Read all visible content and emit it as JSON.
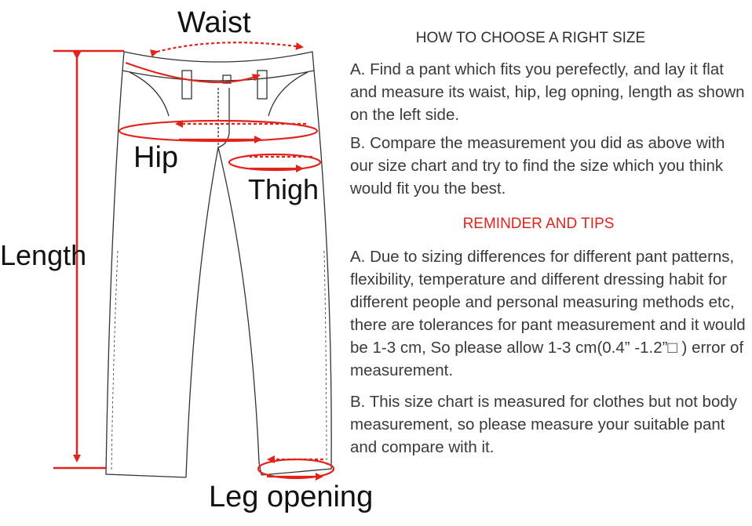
{
  "labels": {
    "waist": "Waist",
    "hip": "Hip",
    "thigh": "Thigh",
    "length": "Length",
    "leg_opening": "Leg opening"
  },
  "guide": {
    "heading": "HOW TO CHOOSE A RIGHT SIZE",
    "step_a": "A. Find a pant which fits you perefectly, and lay it flat and measure its waist, hip, leg opning, length as shown on the left side.",
    "step_b": "B. Compare the measurement you did as above with our  size chart and try to find the size which you think would fit you the best."
  },
  "tips": {
    "heading": "REMINDER AND TIPS",
    "tip_a": "A. Due to sizing differences for different pant patterns, flexibility, temperature and different dressing habit for different people and personal measuring methods etc, there are tolerances for pant measurement and it would be 1-3 cm, So please allow 1-3 cm(0.4” -1.2”□ ) error of measurement.",
    "tip_b": "B. This size chart is measured for clothes but not body measurement, so please measure your suitable pant and compare with it."
  },
  "colors": {
    "accent_red": "#e2231a",
    "outline": "#333333"
  }
}
